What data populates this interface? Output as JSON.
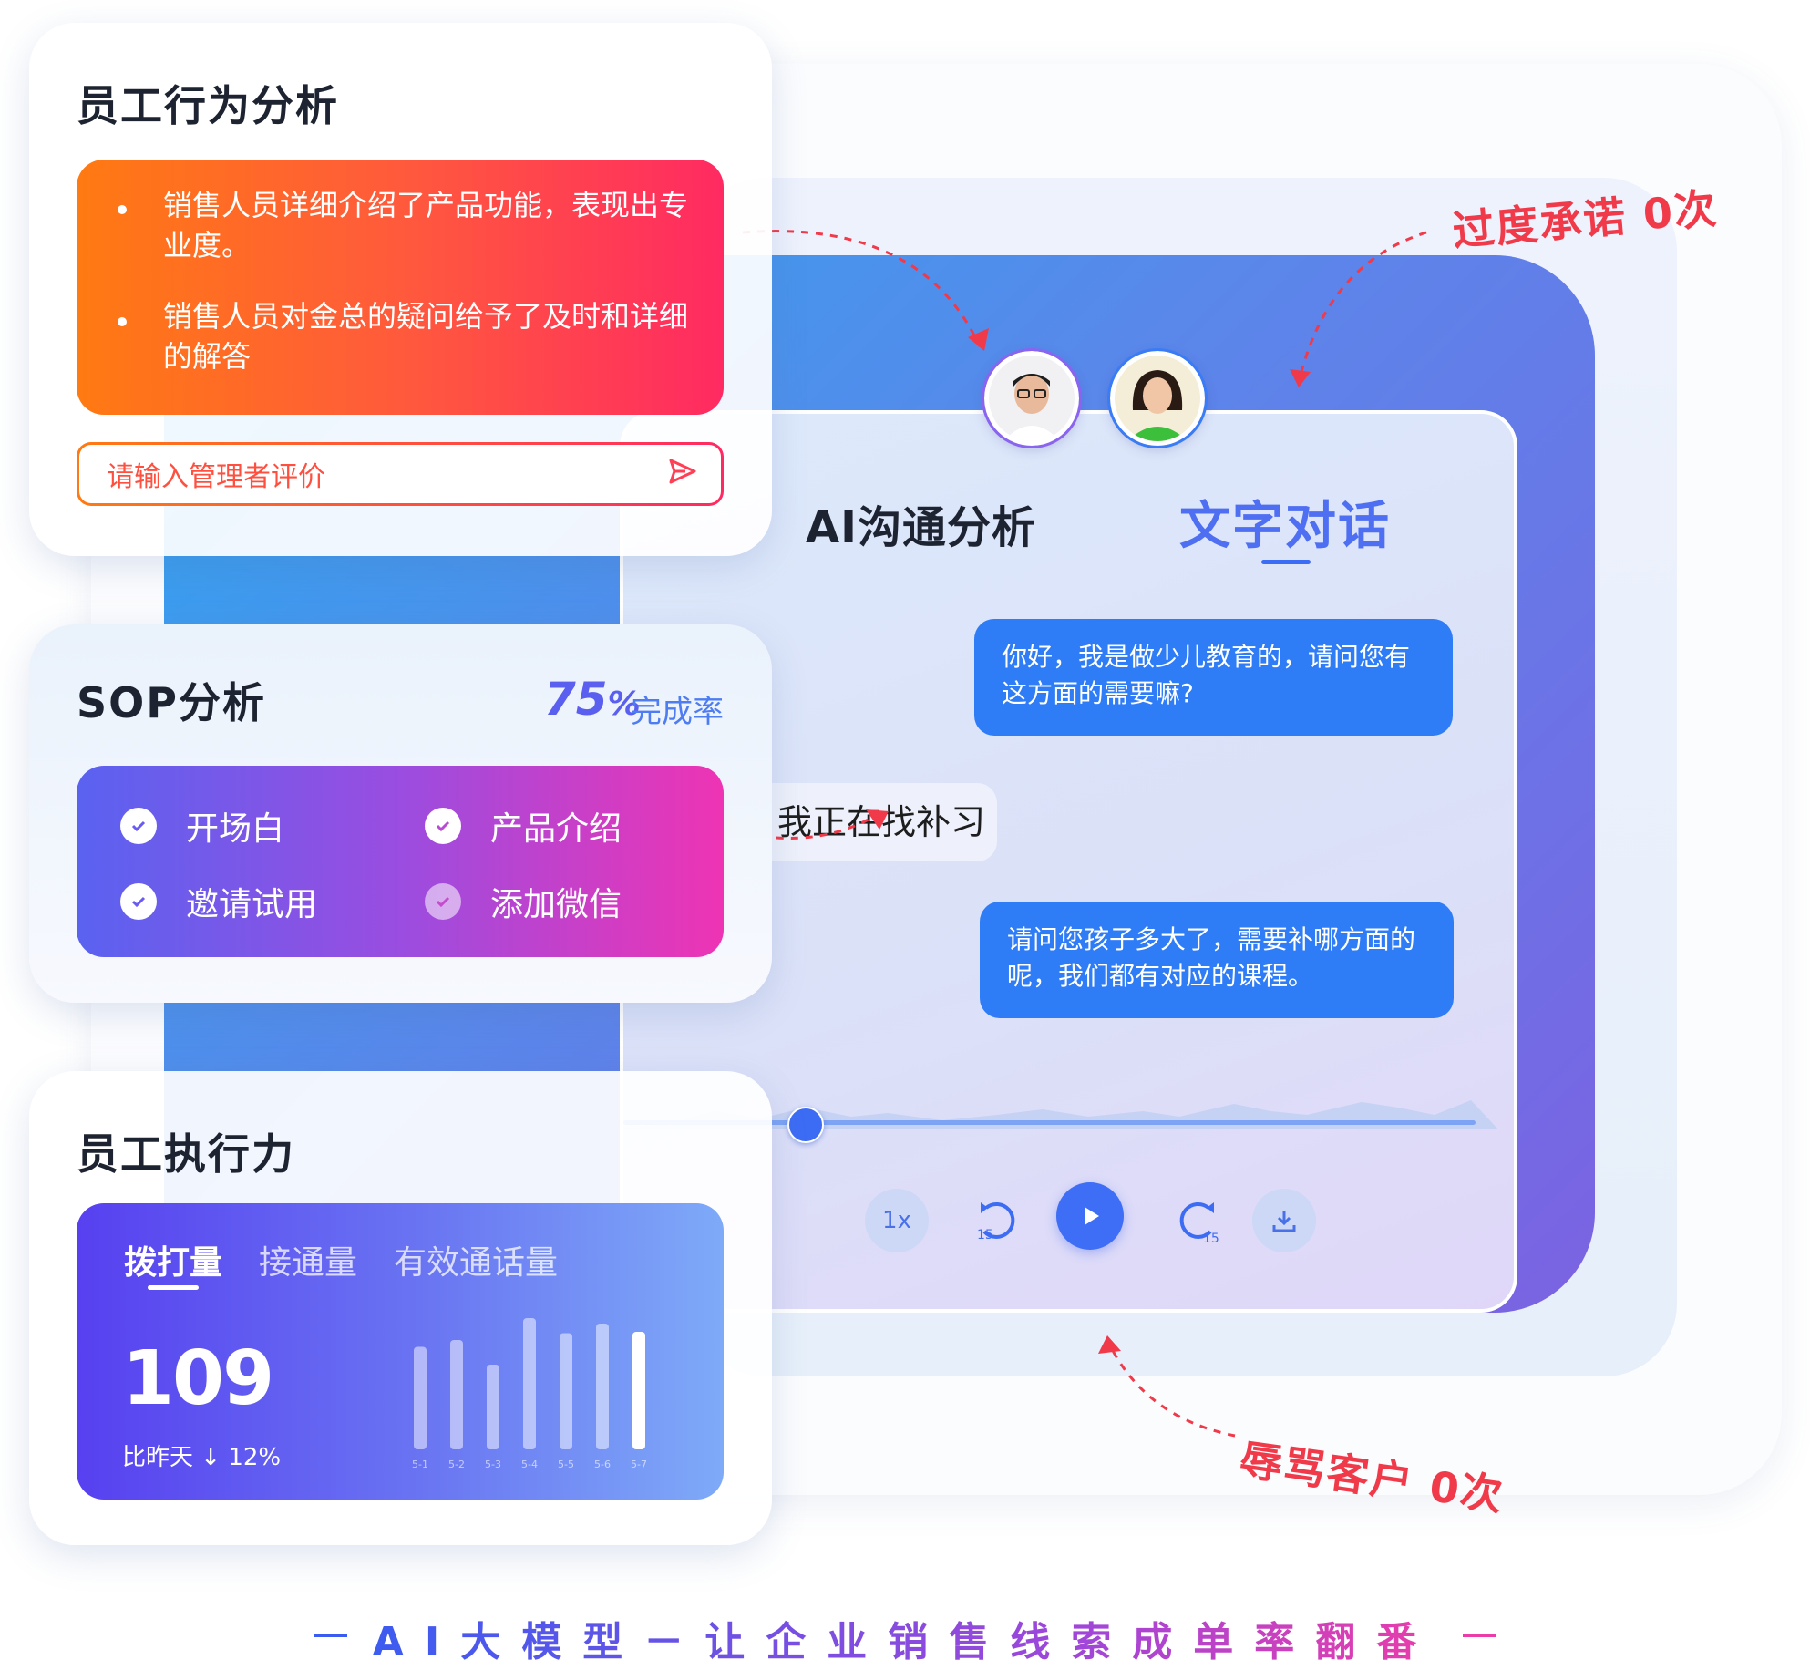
{
  "annotations": {
    "over_promise": "过度承诺 0次",
    "insult_customer": "辱骂客户 0次"
  },
  "chat": {
    "tabs": [
      "AI沟通分析",
      "文字对话"
    ],
    "active_tab": "文字对话",
    "messages": [
      {
        "side": "right",
        "text": "你好，我是做少儿教育的，请问您有这方面的需要嘛?"
      },
      {
        "side": "left",
        "text": "有啊，我正在找补习班"
      },
      {
        "side": "right",
        "text": "请问您孩子多大了，需要补哪方面的呢，我们都有对应的课程。"
      }
    ],
    "controls": {
      "speed": "1x",
      "rewind": "15",
      "forward": "15"
    }
  },
  "behavior": {
    "title": "员工行为分析",
    "points": [
      "销售人员详细介绍了产品功能，表现出专业度。",
      "销售人员对金总的疑问给予了及时和详细的解答"
    ],
    "eval_placeholder": "请输入管理者评价"
  },
  "sop": {
    "title": "SOP分析",
    "rate_num": "75",
    "rate_unit": "%",
    "rate_label": "完成率",
    "items": [
      {
        "label": "开场白",
        "done": true
      },
      {
        "label": "产品介绍",
        "done": true
      },
      {
        "label": "邀请试用",
        "done": true
      },
      {
        "label": "添加微信",
        "done": false
      }
    ]
  },
  "execution": {
    "title": "员工执行力",
    "tabs": [
      "拨打量",
      "接通量",
      "有效通话量"
    ],
    "active_tab": "拨打量",
    "value": "109",
    "compare": "比昨天 ↓ 12%"
  },
  "chart_data": {
    "type": "bar",
    "categories": [
      "5-1",
      "5-2",
      "5-3",
      "5-4",
      "5-5",
      "5-6",
      "5-7"
    ],
    "values": [
      75,
      80,
      62,
      96,
      85,
      92,
      86
    ],
    "highlight_index": 6,
    "ylim": [
      0,
      100
    ]
  },
  "footer": {
    "text": "AI大模型－让企业销售线索成单率翻番"
  },
  "colors": {
    "accent_blue": "#2e7cf6",
    "annotation_red": "#f03a4a",
    "orange_start": "#ff7a12",
    "pink_end": "#ff2a62"
  }
}
